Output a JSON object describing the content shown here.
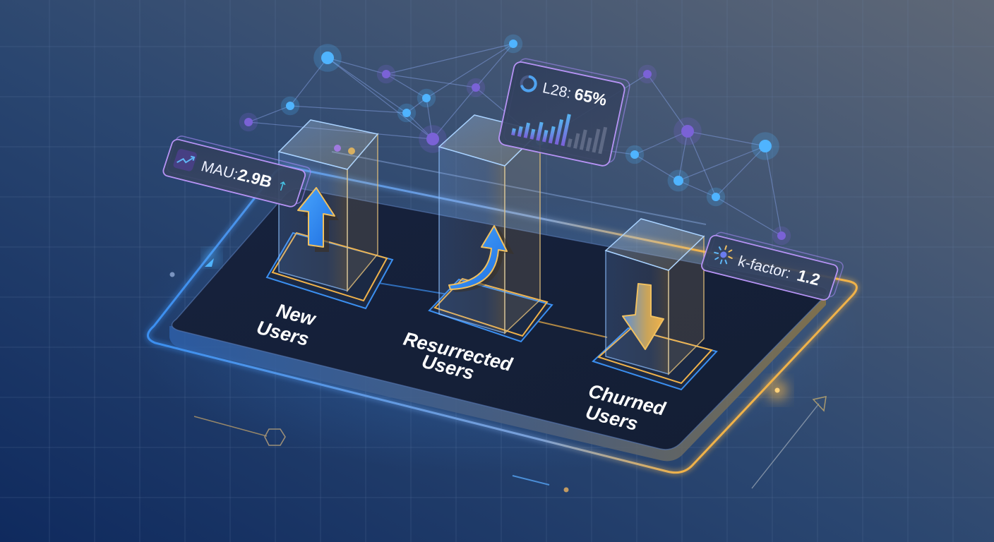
{
  "illustration": {
    "theme": "user-growth-accounting",
    "palette": {
      "background_start": "#1f3a66",
      "background_end": "#5a6676",
      "grid_line": "#5f7aa3",
      "platform_surface": "#17223a",
      "edge_blue": "#3b8ff0",
      "edge_gold": "#f0b24a",
      "node_blue": "#4fb4ff",
      "node_purple": "#7a62d6",
      "card_border": "#a78bfa",
      "card_fill": "#2e3d5a"
    }
  },
  "segments": [
    {
      "id": "new",
      "label_line1": "New",
      "label_line2": "Users",
      "arrow": "arrow-up-icon",
      "direction": "up"
    },
    {
      "id": "resurrected",
      "label_line1": "Resurrected",
      "label_line2": "Users",
      "arrow": "arrow-curved-up-icon",
      "direction": "curved-up"
    },
    {
      "id": "churned",
      "label_line1": "Churned",
      "label_line2": "Users",
      "arrow": "arrow-down-icon",
      "direction": "down"
    }
  ],
  "metric_cards": {
    "mau": {
      "label": "MAU:",
      "value": "2.9B",
      "trend": "↑",
      "icon": "trend-chart-icon"
    },
    "l28": {
      "label": "L28:",
      "value": "65%",
      "icon": "donut-progress-icon",
      "progress": 0.65,
      "sparkbars": [
        0.2,
        0.3,
        0.45,
        0.3,
        0.55,
        0.35,
        0.5,
        0.75,
        0.95,
        0.25,
        0.45,
        0.6,
        0.4,
        0.7,
        0.8
      ]
    },
    "kfactor": {
      "label": "k-factor:",
      "value": "1.2",
      "icon": "burst-icon"
    }
  }
}
